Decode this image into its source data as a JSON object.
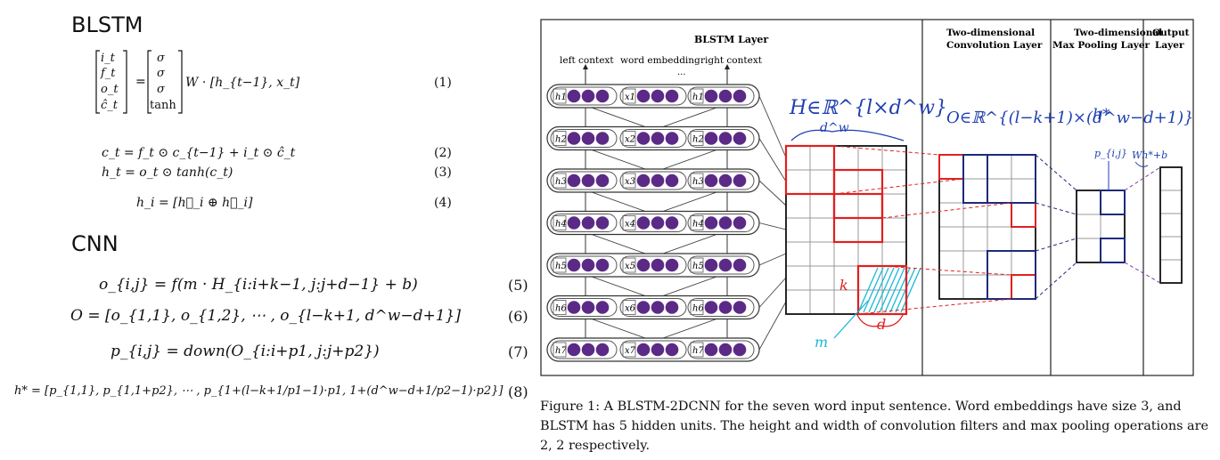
{
  "left": {
    "blstm_heading": "BLSTM",
    "cnn_heading": "CNN",
    "eq1": {
      "lhs": [
        "i_t",
        "f_t",
        "o_t",
        "ĉ_t"
      ],
      "rhs": [
        "σ",
        "σ",
        "σ",
        "tanh"
      ],
      "tail": "W · [h_{t−1}, x_t]",
      "number": "(1)"
    },
    "eq2": {
      "text": "c_t   =   f_t ⊙ c_{t−1} + i_t ⊙ ĉ_t",
      "number": "(2)"
    },
    "eq3": {
      "text": "h_t   =   o_t ⊙ tanh(c_t)",
      "number": "(3)"
    },
    "eq4": {
      "text": "h_i = [h⃗_i ⊕ h⃖_i]",
      "number": "(4)"
    },
    "eq5": {
      "text": "o_{i,j} = f(m · H_{i:i+k−1, j:j+d−1} + b)",
      "number": "(5)"
    },
    "eq6": {
      "text": "O = [o_{1,1}, o_{1,2}, ⋯ , o_{l−k+1, d^w−d+1}]",
      "number": "(6)"
    },
    "eq7": {
      "text": "p_{i,j} = down(O_{i:i+p1, j:j+p2})",
      "number": "(7)"
    },
    "eq8": {
      "text": "h* = [p_{1,1}, p_{1,1+p2}, ⋯ , p_{1+(l−k+1/p1−1)·p1, 1+(d^w−d+1/p2−1)·p2}]",
      "number": "(8)"
    }
  },
  "figure": {
    "sections": {
      "blstm": "BLSTM Layer",
      "conv": [
        "Two-dimensional",
        "Convolution Layer"
      ],
      "pool": [
        "Two-dimensional",
        "Max Pooling Layer"
      ],
      "output": [
        "Output",
        "Layer"
      ]
    },
    "context_labels": {
      "left": "left context",
      "word": "word embedding",
      "right": "right context",
      "dots": "..."
    },
    "rows": [
      {
        "h_fwd": "h1",
        "x": "x1",
        "h_bwd": "h1"
      },
      {
        "h_fwd": "h2",
        "x": "x2",
        "h_bwd": "h2"
      },
      {
        "h_fwd": "h3",
        "x": "x3",
        "h_bwd": "h3"
      },
      {
        "h_fwd": "h4",
        "x": "x4",
        "h_bwd": "h4"
      },
      {
        "h_fwd": "h5",
        "x": "x5",
        "h_bwd": "h5"
      },
      {
        "h_fwd": "h6",
        "x": "x6",
        "h_bwd": "h6"
      },
      {
        "h_fwd": "h7",
        "x": "x7",
        "h_bwd": "h7"
      }
    ],
    "annotations": {
      "H_def": "H∈ℝ^{l×d^w}",
      "d_w": "d^w",
      "O_def": "O∈ℝ^{(l−k+1)×(d^w−d+1)}",
      "h_star": "h*",
      "p_ij": "p_{i,j}",
      "whtb": "Wh*+b",
      "k": "k",
      "d": "d",
      "m": "m"
    },
    "caption": "Figure 1: A BLSTM-2DCNN for the seven word input sentence. Word embeddings have size 3, and BLSTM has 5 hidden units. The height and width of convolution filters and max pooling operations are 2, 2 respectively."
  },
  "colors": {
    "purple": "#5b2a86",
    "red": "#e02020",
    "navy": "#1f2a7a",
    "cyan": "#19b8d8",
    "ink": "#111111"
  }
}
